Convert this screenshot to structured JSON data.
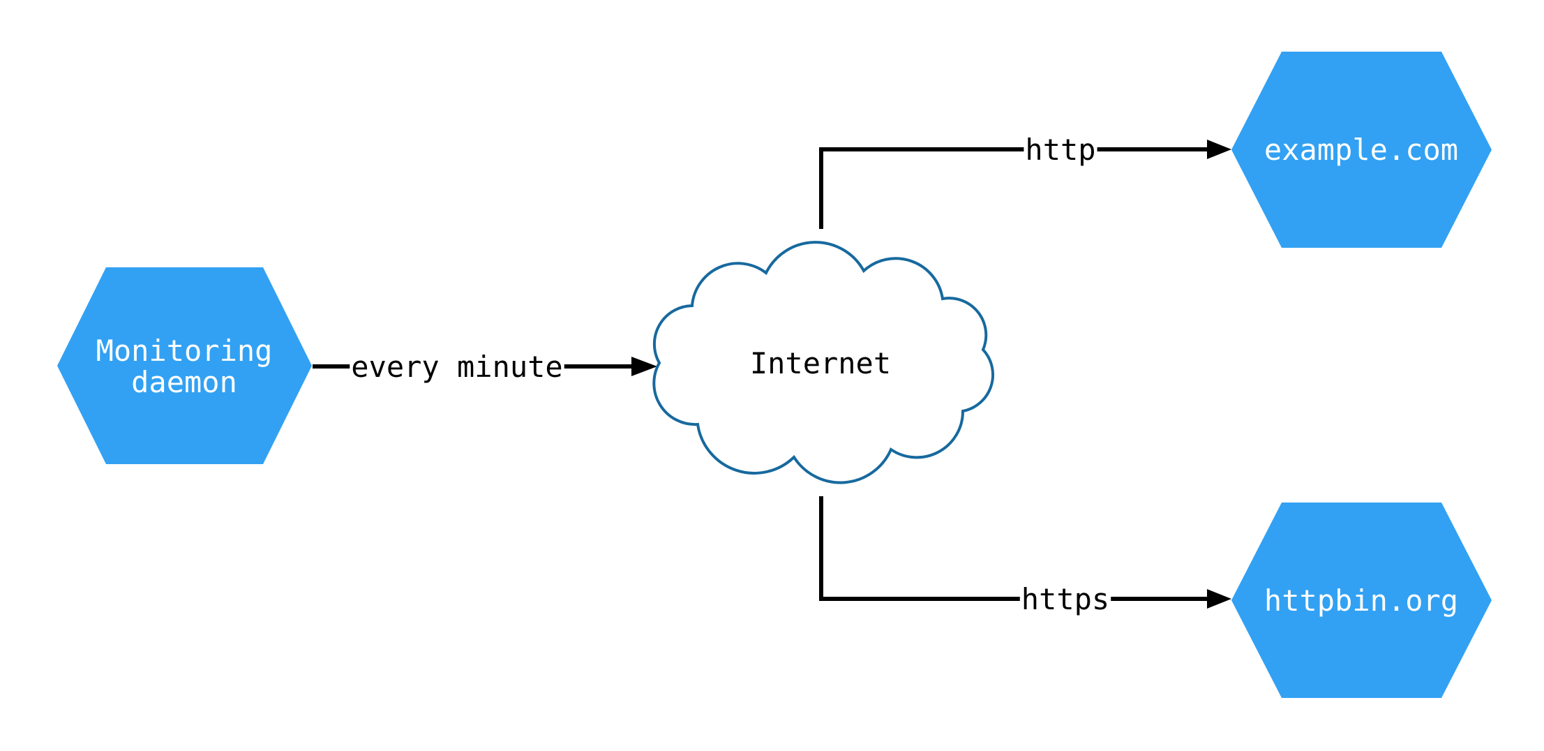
{
  "diagram": {
    "type": "network-diagram",
    "nodes": [
      {
        "id": "monitoring-daemon",
        "shape": "hexagon",
        "label": "Monitoring daemon",
        "label_lines": [
          "Monitoring",
          "daemon"
        ]
      },
      {
        "id": "internet",
        "shape": "cloud",
        "label": "Internet"
      },
      {
        "id": "example-com",
        "shape": "hexagon",
        "label": "example.com"
      },
      {
        "id": "httpbin-org",
        "shape": "hexagon",
        "label": "httpbin.org"
      }
    ],
    "edges": [
      {
        "from": "monitoring-daemon",
        "to": "internet",
        "label": "every minute"
      },
      {
        "from": "internet",
        "to": "example-com",
        "label": "http"
      },
      {
        "from": "internet",
        "to": "httpbin-org",
        "label": "https"
      }
    ],
    "colors": {
      "background": "#ffffff",
      "hexagon_fill": "#32A1F3",
      "hexagon_text": "#ffffff",
      "cloud_fill": "#ffffff",
      "cloud_stroke": "#17699E",
      "cloud_text": "#000000",
      "edge": "#000000",
      "edge_text": "#000000"
    }
  }
}
